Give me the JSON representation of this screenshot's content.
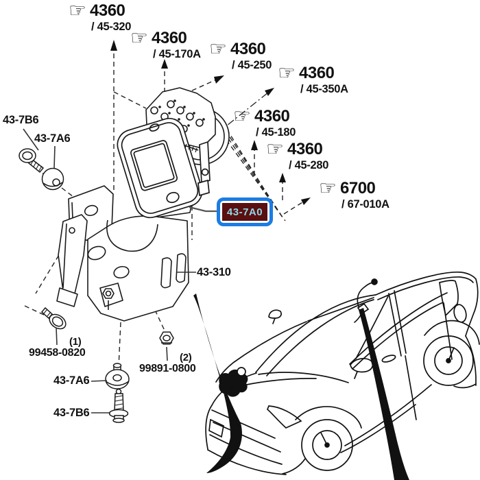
{
  "diagram": {
    "type": "parts-catalog-exploded-view",
    "background_color": "#ffffff",
    "line_color": "#1a1a1a"
  },
  "icons": {
    "pointing_hand": "☞"
  },
  "callouts": [
    {
      "code": "4360",
      "ref": "/ 45-320"
    },
    {
      "code": "4360",
      "ref": "/ 45-170A"
    },
    {
      "code": "4360",
      "ref": "/ 45-250"
    },
    {
      "code": "4360",
      "ref": "/ 45-350A"
    },
    {
      "code": "4360",
      "ref": "/ 45-180"
    },
    {
      "code": "4360",
      "ref": "/ 45-280"
    },
    {
      "code": "6700",
      "ref": "/ 67-010A"
    }
  ],
  "selected_part": {
    "code": "43-7A0",
    "border_color": "#1b7de2",
    "fill_color": "#5a0f10",
    "text_color": "#8fd9e8"
  },
  "part_labels": {
    "screw_top": "43-7B6",
    "grommet_top": "43-7A6",
    "bracket": "43-310",
    "bolt_qty": "(1)",
    "bolt": "99458-0820",
    "nut_qty": "(2)",
    "nut": "99891-0800",
    "grommet_bottom": "43-7A6",
    "screw_bottom": "43-7B6"
  }
}
